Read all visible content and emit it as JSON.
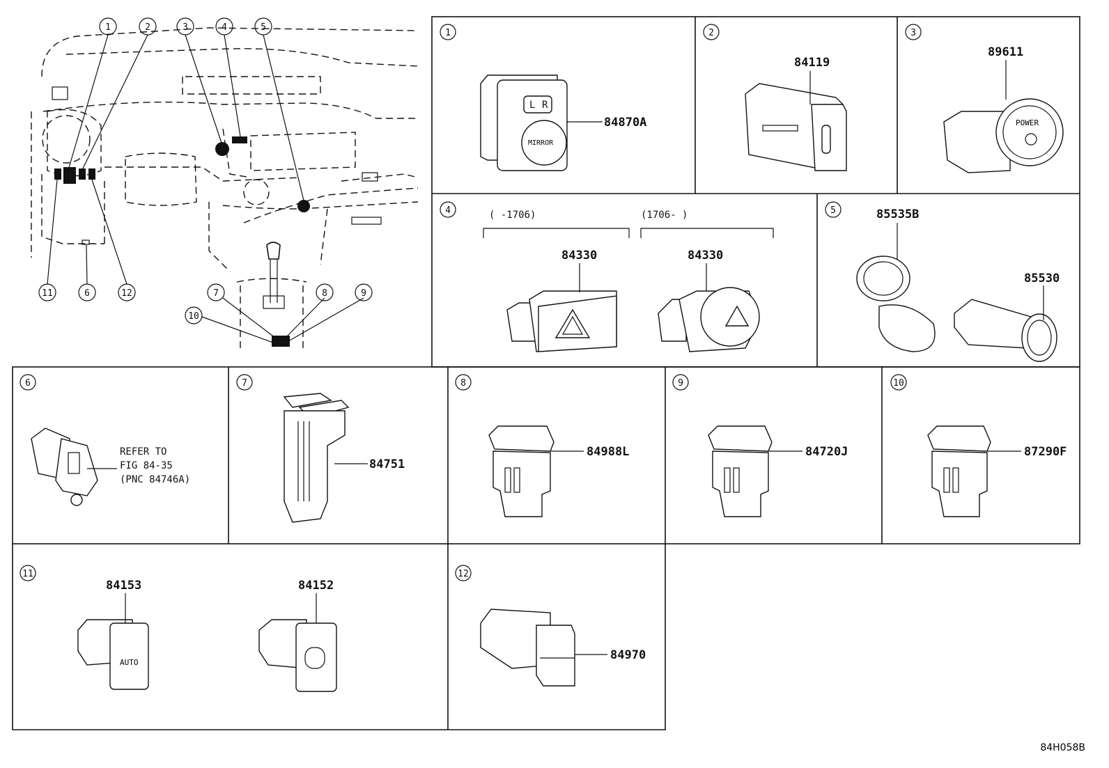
{
  "diagram_code": "84H058B",
  "overview": {
    "callouts": [
      "1",
      "2",
      "3",
      "4",
      "5",
      "6",
      "7",
      "8",
      "9",
      "10",
      "11",
      "12"
    ]
  },
  "panels": [
    {
      "ref": "1",
      "parts": [
        "84870A"
      ],
      "icon_text": [
        "L",
        "R",
        "MIRROR"
      ]
    },
    {
      "ref": "2",
      "parts": [
        "84119"
      ]
    },
    {
      "ref": "3",
      "parts": [
        "89611"
      ],
      "icon_text": [
        "POWER"
      ]
    },
    {
      "ref": "4",
      "parts": [
        "84330",
        "84330"
      ],
      "ranges": [
        "(      -1706)",
        "(1706-      )"
      ]
    },
    {
      "ref": "5",
      "parts": [
        "85535B",
        "85530"
      ]
    },
    {
      "ref": "6",
      "parts": [],
      "note": [
        "REFER TO",
        "FIG 84-35",
        "(PNC 84746A)"
      ]
    },
    {
      "ref": "7",
      "parts": [
        "84751"
      ]
    },
    {
      "ref": "8",
      "parts": [
        "84988L"
      ]
    },
    {
      "ref": "9",
      "parts": [
        "84720J"
      ]
    },
    {
      "ref": "10",
      "parts": [
        "87290F"
      ]
    },
    {
      "ref": "11",
      "parts": [
        "84153",
        "84152"
      ],
      "icon_text": [
        "AUTO"
      ]
    },
    {
      "ref": "12",
      "parts": [
        "84970"
      ]
    }
  ]
}
